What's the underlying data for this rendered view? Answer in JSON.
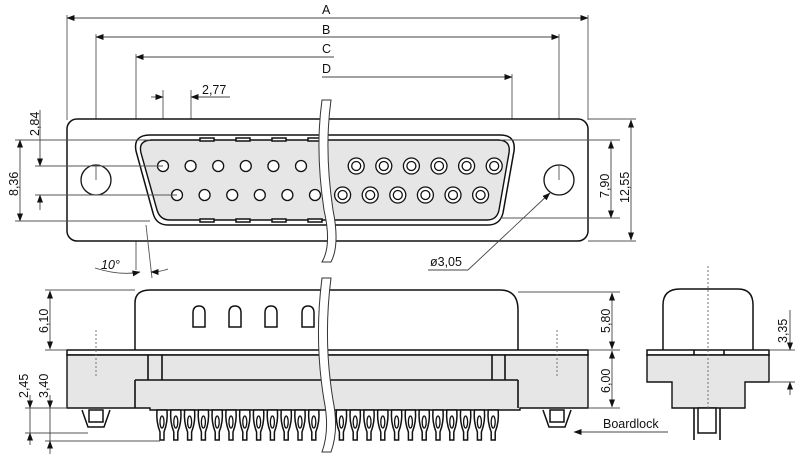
{
  "drawing": {
    "title": "D-Sub 25 connector dimensional drawing",
    "colors": {
      "line": "#111111",
      "body_fill": "#e6e6e6",
      "background": "#ffffff"
    }
  },
  "top_view": {
    "overall_dimensions": {
      "a": "A",
      "b": "B",
      "c": "C",
      "d": "D"
    },
    "pin_pitch": "2,77",
    "row_offset": "2,84",
    "shell_height": "8,36",
    "inner_height": "7,90",
    "flange_height": "12,55",
    "mounting_hole": "ø3,05",
    "taper_angle": "10°",
    "pins_top_row": 13,
    "pins_bottom_row": 12
  },
  "side_view": {
    "shell_height_left": "6,10",
    "shell_height_right": "5,80",
    "body_height": "6,00",
    "boardlock_length": "2,45",
    "pin_length": "3,40",
    "boardlock_label": "Boardlock"
  },
  "end_view": {
    "step_height": "3,35"
  }
}
